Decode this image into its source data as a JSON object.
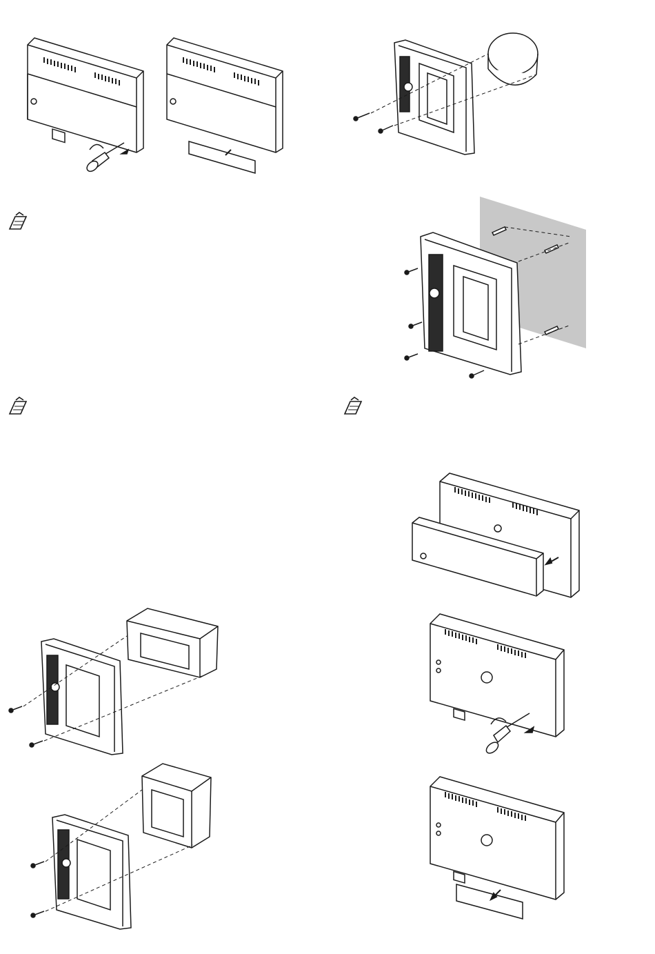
{
  "palette": {
    "line": "#1a1a1a",
    "dark": "#2b2b2b",
    "wall": "#c8c8c8",
    "paper": "#ffffff"
  },
  "icons": {
    "note": "note-pad-icon",
    "screwdriver": "screwdriver-icon",
    "screw": "screw-icon",
    "arrow": "push-arrow-icon"
  },
  "figures": [
    "power-supply-cover-removal",
    "backplate-round-box-mount",
    "backplate-wall-mount",
    "backplate-rect-box-mount",
    "backplate-square-box-mount",
    "monitor-front-cover-removal",
    "monitor-terminal-cover-open",
    "monitor-terminal-cover-removed"
  ]
}
